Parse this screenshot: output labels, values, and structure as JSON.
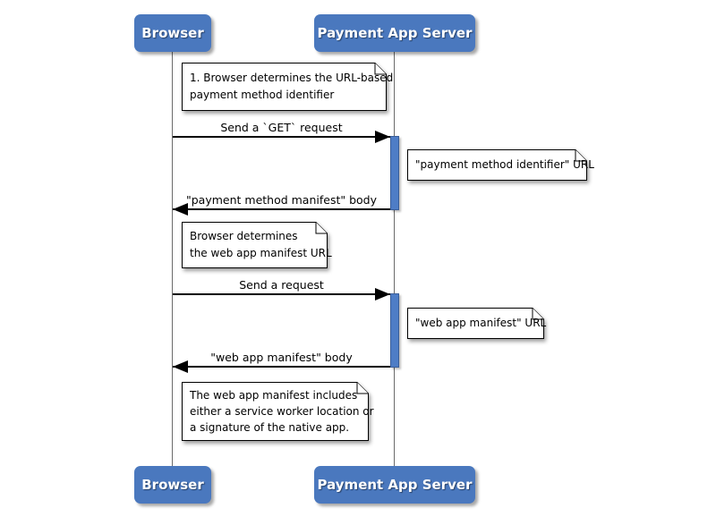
{
  "actors": {
    "browser": "Browser",
    "payment_app_server": "Payment App Server"
  },
  "messages": {
    "send_get_request": "Send a `GET` request",
    "payment_method_manifest_body": "\"payment method manifest\" body",
    "send_request": "Send a request",
    "web_app_manifest_body": "\"web app manifest\" body"
  },
  "notes": {
    "determine_pmi": {
      "lines": [
        "1. Browser determines the URL-based",
        "payment method identifier"
      ]
    },
    "pmi_url": {
      "lines": [
        "\"payment method identifier\" URL"
      ]
    },
    "determine_wam": {
      "lines": [
        "Browser determines",
        "the web app manifest URL"
      ]
    },
    "wam_url": {
      "lines": [
        "\"web app manifest\" URL"
      ]
    },
    "wam_contents": {
      "lines": [
        "The web app manifest includes",
        "either a service worker location or",
        "a signature of the native app."
      ]
    }
  },
  "colors": {
    "actor_fill": "#4A78BE",
    "actor_text": "#FFFFFF",
    "activation_fill": "#4E7DC6",
    "activation_border": "#3A5E99",
    "lifeline": "#6B6B6B",
    "arrow": "#000000",
    "note_bg": "#FFFFFF",
    "note_border": "#000000",
    "page_bg": "#FFFFFF"
  }
}
